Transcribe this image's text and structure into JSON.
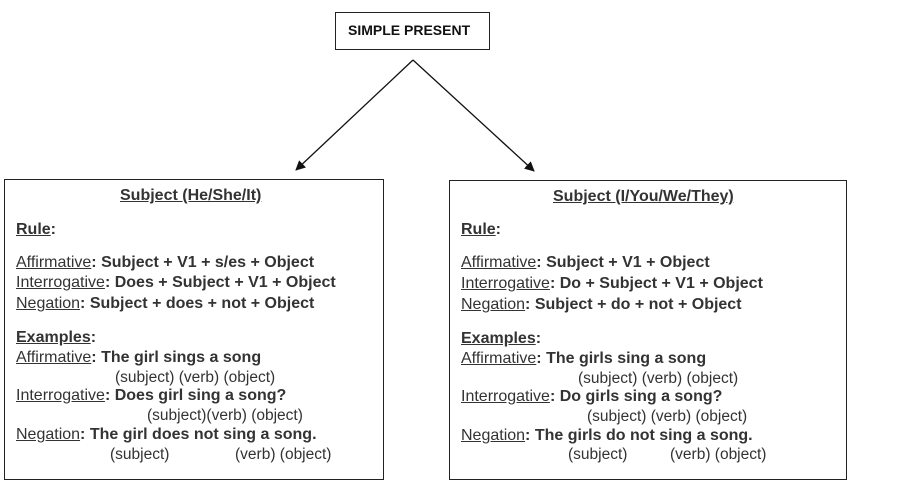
{
  "title": "SIMPLE PRESENT",
  "left": {
    "heading": "Subject (He/She/It)",
    "rule_label": "Rule",
    "rule_colon": ":",
    "rules": [
      {
        "label": "Affirmative",
        "formula": "Subject + V1 + s/es + Object"
      },
      {
        "label": "Interrogative",
        "formula": "Does + Subject + V1 + Object"
      },
      {
        "label": "Negation",
        "formula": "Subject + does + not + Object"
      }
    ],
    "examples_label": "Examples",
    "examples_colon": ":",
    "examples": [
      {
        "label": "Affirmative",
        "sentence": "The girl sings a song",
        "note": "(subject) (verb) (object)"
      },
      {
        "label": "Interrogative",
        "sentence": "Does girl sing a song?",
        "note": "(subject)(verb) (object)"
      },
      {
        "label": "Negation",
        "sentence": "The girl does not sing a song.",
        "note_a": "(subject)",
        "note_b": "(verb) (object)"
      }
    ]
  },
  "right": {
    "heading": "Subject (I/You/We/They)",
    "rule_label": "Rule",
    "rule_colon": ":",
    "rules": [
      {
        "label": "Affirmative",
        "formula": "Subject + V1 + Object"
      },
      {
        "label": "Interrogative",
        "formula": "Do + Subject + V1 + Object"
      },
      {
        "label": "Negation",
        "formula": "Subject + do + not + Object"
      }
    ],
    "examples_label": "Examples",
    "examples_colon": ":",
    "examples": [
      {
        "label": "Affirmative",
        "sentence": "The girls sing a song",
        "note": "(subject) (verb) (object)"
      },
      {
        "label": "Interrogative",
        "sentence": "Do girls sing a song?",
        "note": "(subject) (verb) (object)"
      },
      {
        "label": "Negation",
        "sentence": "The girls do not sing a song.",
        "note_a": "(subject)",
        "note_b": "(verb) (object)"
      }
    ]
  }
}
